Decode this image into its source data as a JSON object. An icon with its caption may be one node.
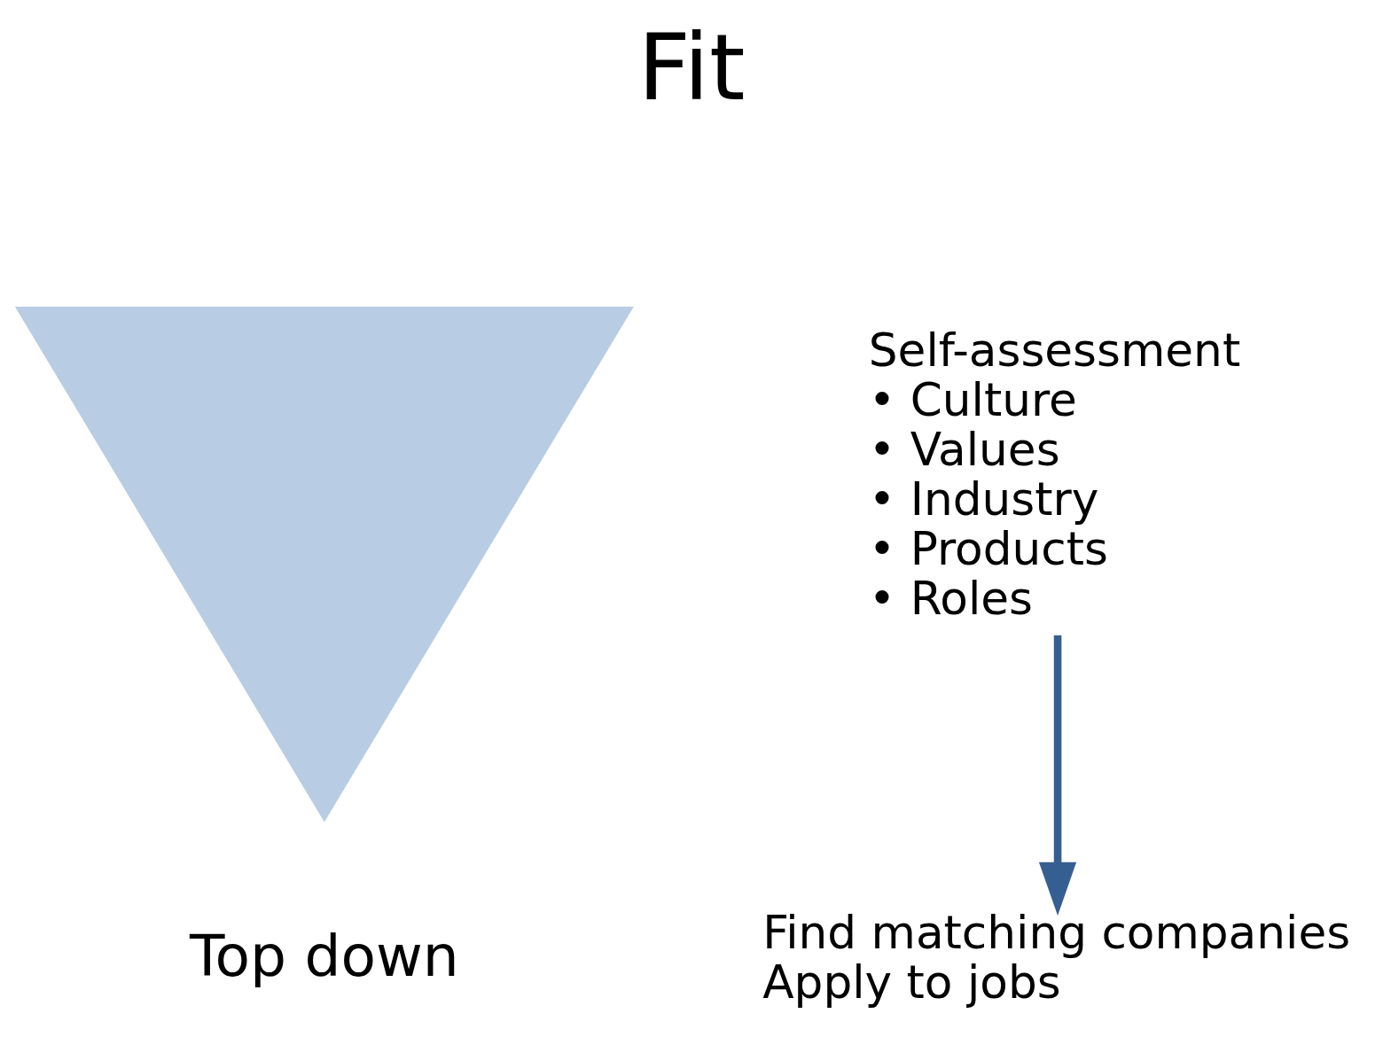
{
  "diagram": {
    "title": "Fit",
    "nodes": [
      {
        "text": [],
        "shape": "triangle",
        "beside": [
          "Top down"
        ]
      },
      {
        "text": [
          "Self-assessment",
          "• Culture",
          "• Values",
          "• Industry",
          "• Products",
          "• Roles"
        ]
      },
      {
        "text": [
          "Find matching companies",
          "Apply to jobs"
        ]
      }
    ],
    "edges": [
      {
        "from": 1,
        "to": 2,
        "arrow": "to"
      }
    ]
  }
}
